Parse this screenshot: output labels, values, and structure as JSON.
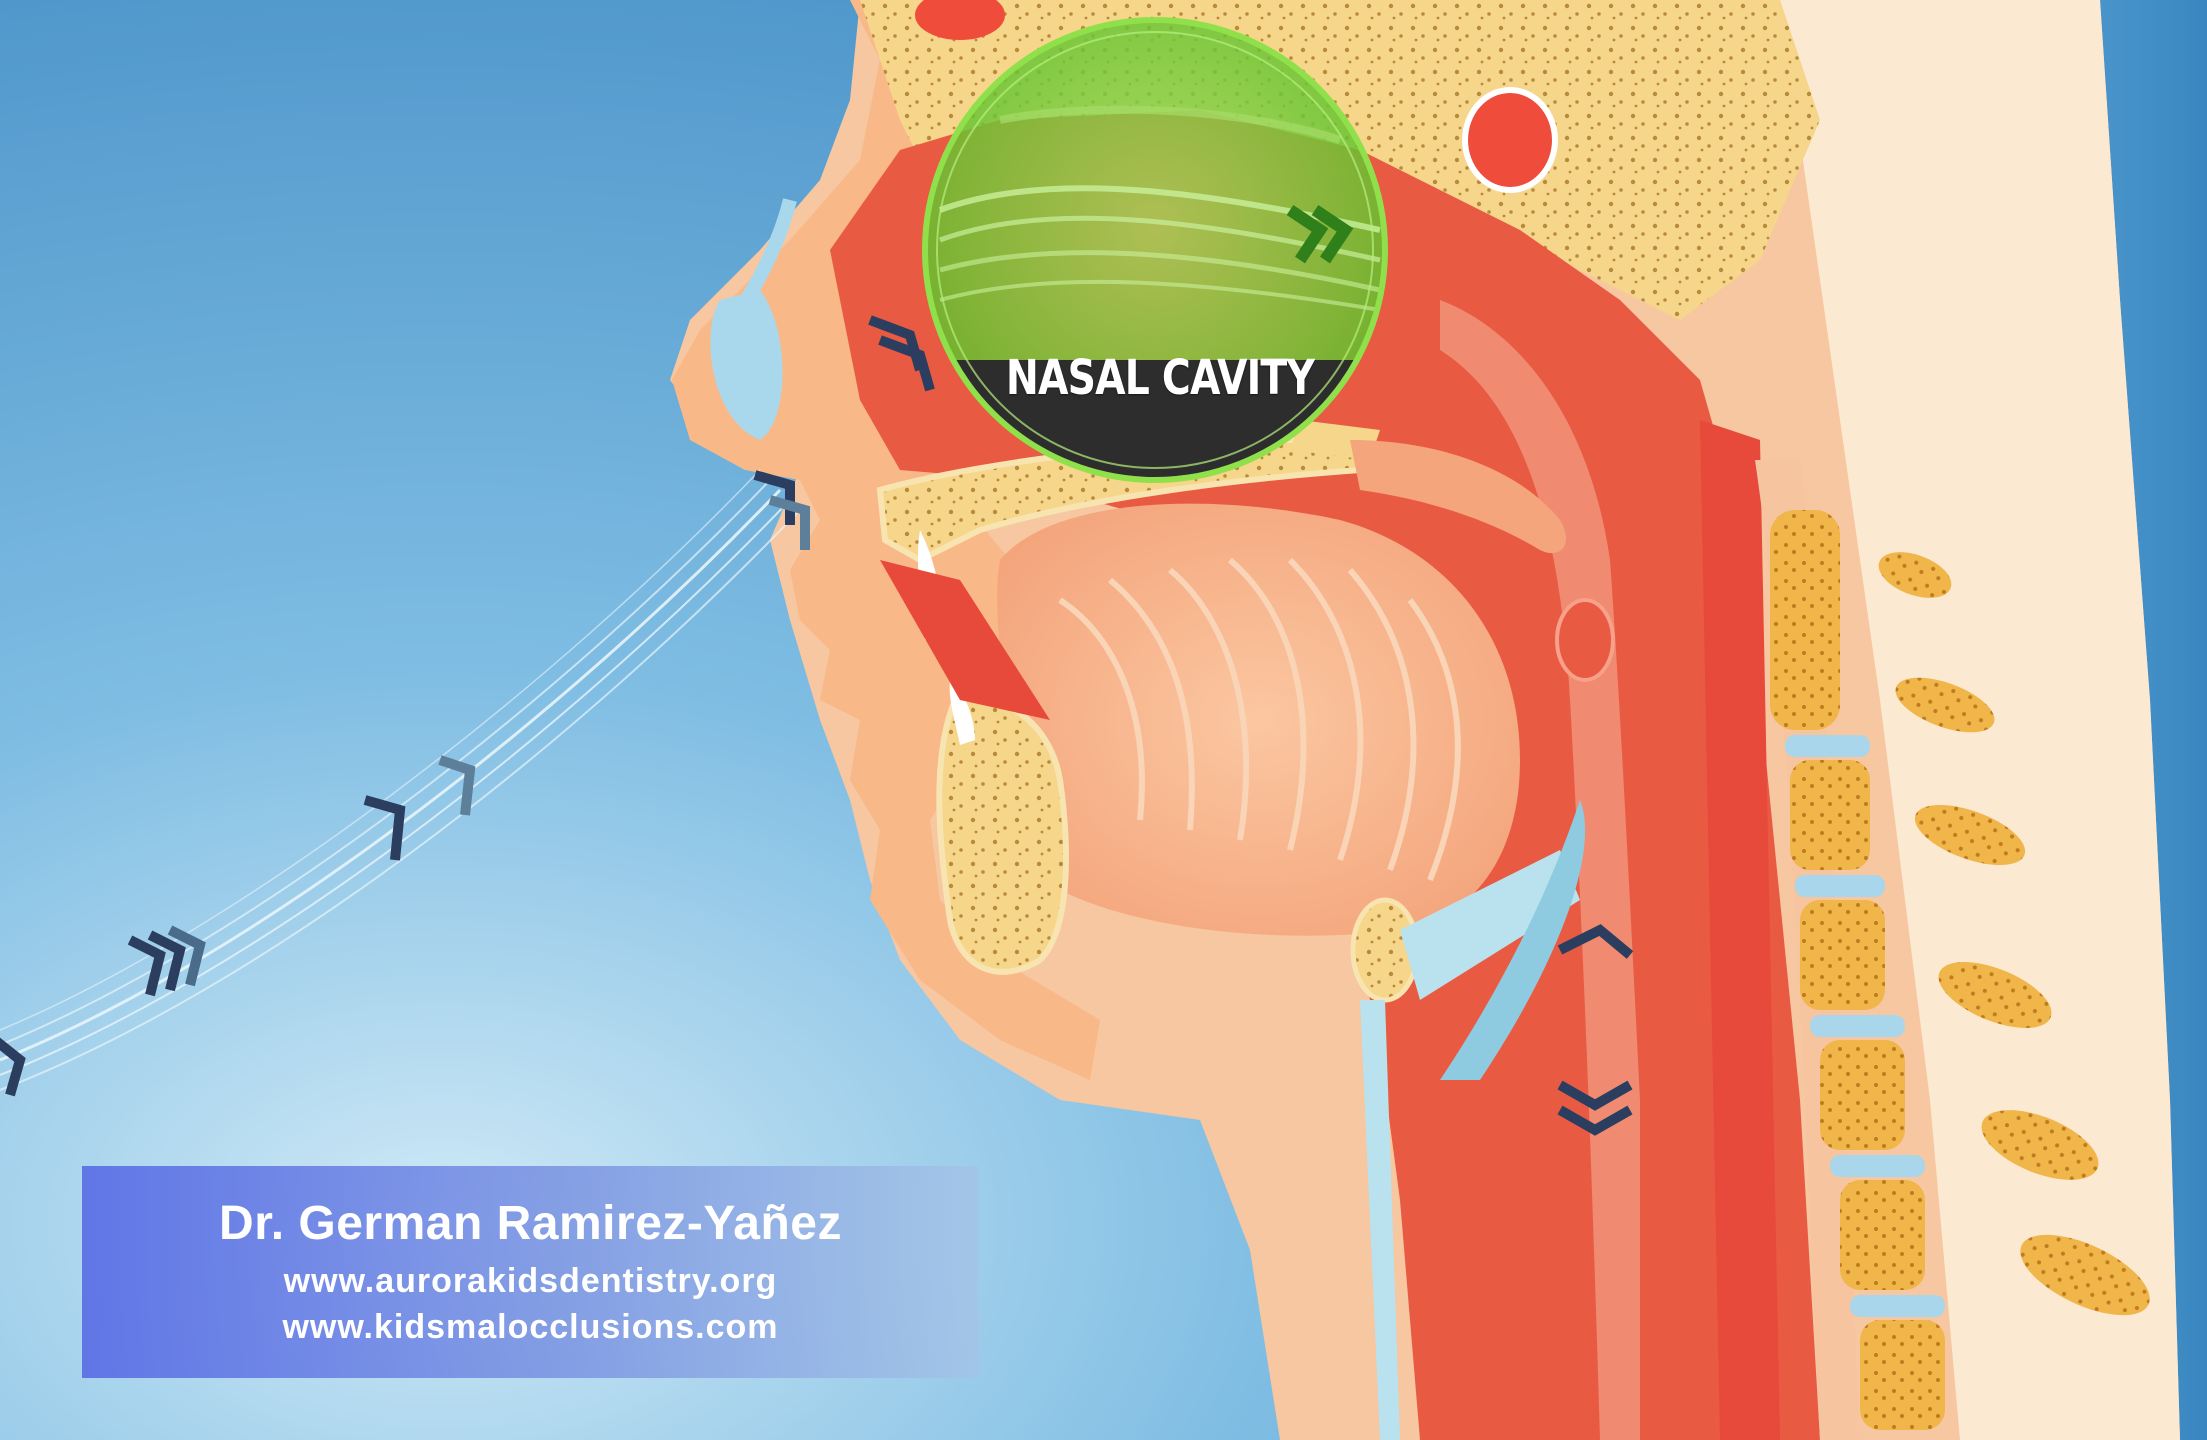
{
  "illustration": {
    "subject": "sagittal-section-head-airway",
    "highlight_icon": "magnifier-circle-icon",
    "airflow_icon": "chevron-arrow-icon",
    "colors": {
      "background": "#3f8fc4",
      "skin": "#f6b88e",
      "muscle": "#e8553f",
      "bone": "#f5d68a",
      "highlight": "#7ccf3a",
      "label_band": "#2d2d2d"
    }
  },
  "callout": {
    "label": "NASAL CAVITY"
  },
  "credits": {
    "name": "Dr. German Ramirez-Yañez",
    "url1": "www.aurorakidsdentistry.org",
    "url2": "www.kidsmalocclusions.com"
  }
}
